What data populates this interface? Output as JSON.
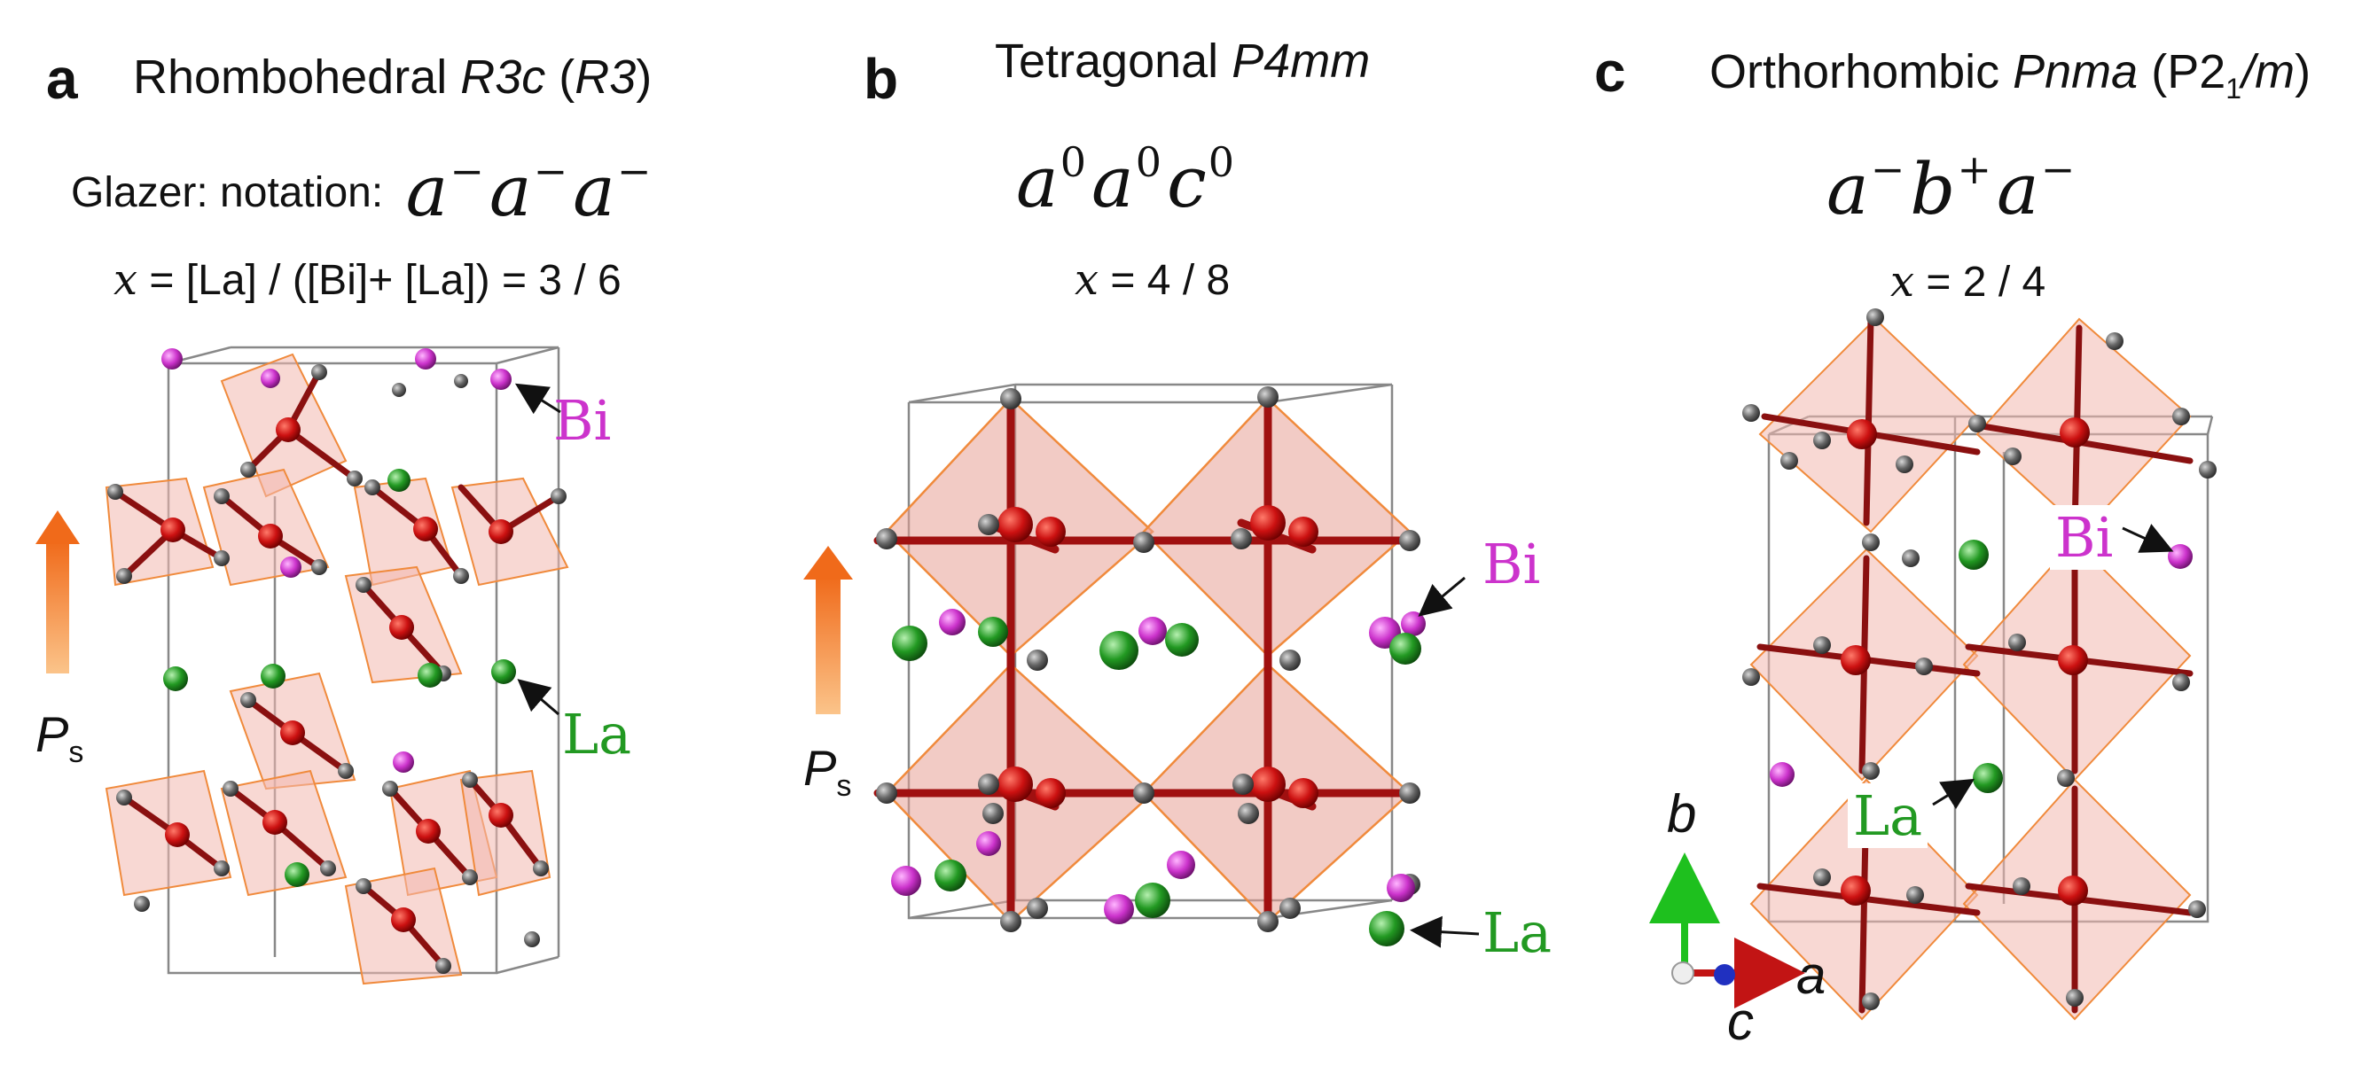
{
  "panels": {
    "a": {
      "letter": "a",
      "title_prefix": "Rhombohedral ",
      "title_group": "R3c",
      "title_sub_open": " (",
      "title_sub_group": "R3",
      "title_sub_close": ")",
      "glazer_prefix": "Glazer: notation:",
      "glazer": [
        "a",
        "−",
        "a",
        "−",
        "a",
        "−"
      ],
      "x_var": "x",
      "x_text": " = [La] / ([Bi]+ [La]) = 3 / 6",
      "label_bi": "Bi",
      "label_la": "La",
      "ps_main": "P",
      "ps_sub": "s"
    },
    "b": {
      "letter": "b",
      "title_prefix": "Tetragonal ",
      "title_group": "P4mm",
      "glazer": [
        "a",
        "0",
        "a",
        "0",
        "c",
        "0"
      ],
      "x_var": "x",
      "x_text": " = 4 / 8",
      "label_bi": "Bi",
      "label_la": "La",
      "ps_main": "P",
      "ps_sub": "s"
    },
    "c": {
      "letter": "c",
      "title_prefix": "Orthorhombic ",
      "title_group": "Pnma",
      "title_sub_open": " (",
      "title_sub_group_a": "P2",
      "title_sub_group_sub": "1",
      "title_sub_group_b": "/m",
      "title_sub_close": ")",
      "glazer": [
        "a",
        "−",
        "b",
        "+",
        "a",
        "−"
      ],
      "x_var": "x",
      "x_text": " = 2 / 4",
      "label_bi": "Bi",
      "label_la": "La",
      "axis_a": "a",
      "axis_b": "b",
      "axis_c": "c"
    }
  },
  "colors": {
    "bi": "#cc33cc",
    "la": "#229922",
    "ti": "#cc1111",
    "oxygen": "#666666",
    "octahedron": "#f2b8ae",
    "octahedron_edge": "#f08a3c",
    "arrow": "#f07a2a",
    "cell": "#888888"
  }
}
